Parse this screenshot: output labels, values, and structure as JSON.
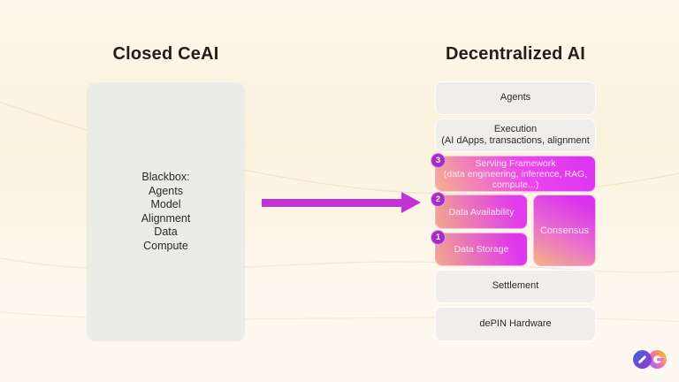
{
  "slide": {
    "background": "#fbf3e1",
    "accent_magenta": "#c233d6",
    "badge_purple": "#a52cc4",
    "pink_gradient_from": "#f2a98c",
    "pink_gradient_to": "#dd33ee",
    "gray_box_color": "#ebebe8"
  },
  "left_panel": {
    "title": "Closed CeAI",
    "blackbox_lines": [
      "Blackbox:",
      "Agents",
      "Model",
      "Alignment",
      "Data",
      "Compute"
    ]
  },
  "arrow": {
    "direction": "right",
    "color": "#c233d6"
  },
  "right_panel": {
    "title": "Decentralized AI",
    "agents": {
      "label": "Agents"
    },
    "execution": {
      "line1": "Execution",
      "line2": "(AI dApps, transactions, alignment"
    },
    "serving_framework": {
      "badge": "3",
      "line1": "Serving Framework",
      "line2": "(data engineering, inference, RAG,",
      "line3": "compute...)"
    },
    "data_availability": {
      "badge": "2",
      "label": "Data Availability"
    },
    "consensus": {
      "label": "Consensus"
    },
    "data_storage": {
      "badge": "1",
      "label": "Data Storage"
    },
    "settlement": {
      "label": "Settlement"
    },
    "depin_hardware": {
      "label": "dePIN Hardware"
    }
  },
  "logo": {
    "left_icon": "zero-slash-circle-icon",
    "right_icon": "g-gradient-ring-icon"
  }
}
